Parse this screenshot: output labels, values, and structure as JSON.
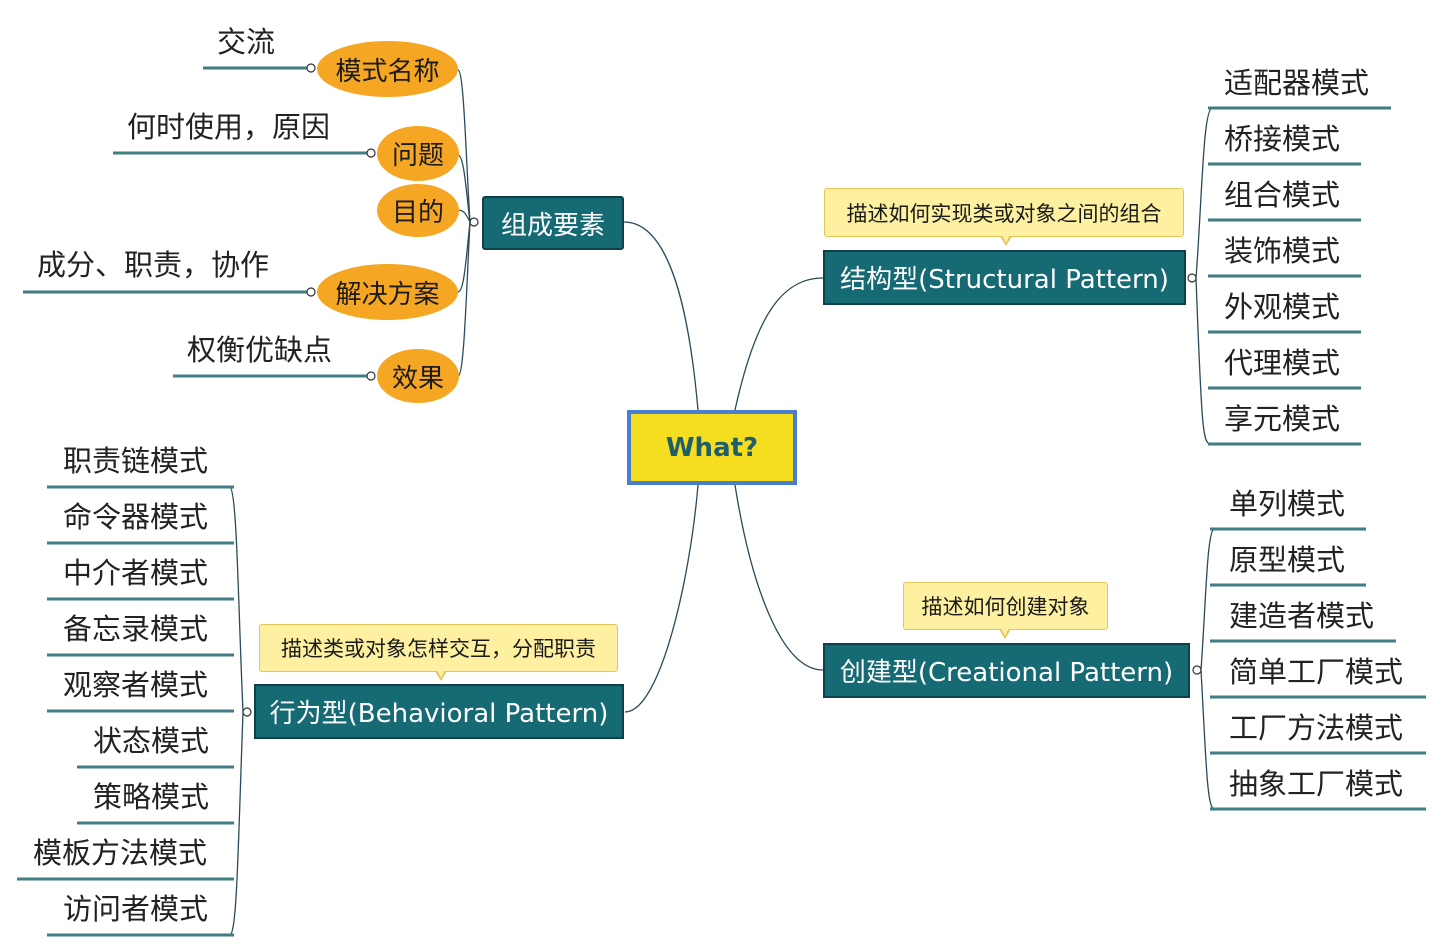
{
  "center": "What?",
  "elements_branch": {
    "label": "组成要素",
    "items": [
      {
        "node": "模式名称",
        "note": "交流"
      },
      {
        "node": "问题",
        "note": "何时使用，原因"
      },
      {
        "node": "目的",
        "note": ""
      },
      {
        "node": "解决方案",
        "note": "成分、职责，协作"
      },
      {
        "node": "效果",
        "note": "权衡优缺点"
      }
    ]
  },
  "structural": {
    "label": "结构型(Structural Pattern)",
    "callout": "描述如何实现类或对象之间的组合",
    "items": [
      "适配器模式",
      "桥接模式",
      "组合模式",
      "装饰模式",
      "外观模式",
      "代理模式",
      "享元模式"
    ]
  },
  "creational": {
    "label": "创建型(Creational Pattern)",
    "callout": "描述如何创建对象",
    "items": [
      "单列模式",
      "原型模式",
      "建造者模式",
      "简单工厂模式",
      "工厂方法模式",
      "抽象工厂模式"
    ]
  },
  "behavioral": {
    "label": "行为型(Behavioral Pattern)",
    "callout": "描述类或对象怎样交互，分配职责",
    "items": [
      "职责链模式",
      "命令器模式",
      "中介者模式",
      "备忘录模式",
      "观察者模式",
      "状态模式",
      "策略模式",
      "模板方法模式",
      "访问者模式"
    ]
  },
  "colors": {
    "center_fill": "#f5dd1f",
    "center_border": "#4a7ecf",
    "main_node": "#166a74",
    "oval": "#f5a623",
    "callout": "#fdf0a0",
    "underline": "#3f7e82"
  }
}
